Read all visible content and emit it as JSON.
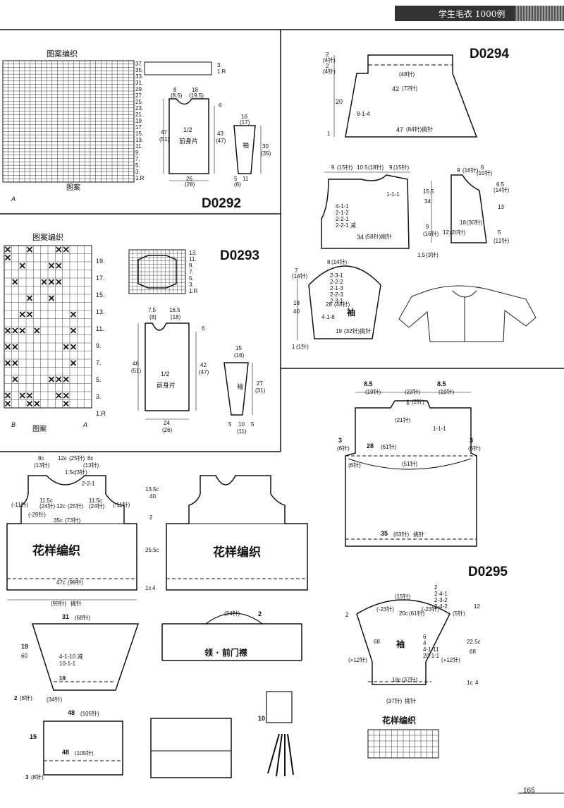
{
  "header": {
    "title": "学生毛衣 1000例",
    "page_number": "165"
  },
  "d0292": {
    "code": "D0292",
    "chart_title": "图案编织",
    "chart_caption": "图案",
    "row_numbers": [
      "37.",
      "35.",
      "33.",
      "31.",
      "29.",
      "27.",
      "25.",
      "23.",
      "21.",
      "19.",
      "17.",
      "15.",
      "13.",
      "11.",
      "9.",
      "7.",
      "5.",
      "3.",
      "1.R"
    ],
    "small_rows": [
      "3.",
      "1.R"
    ],
    "marker": "A",
    "front_label": "1/2",
    "front_name": "前身片",
    "sleeve_name": "袖",
    "dims": {
      "top_a": "8",
      "top_a2": "(8.5)",
      "top_b": "18",
      "top_b2": "(19.5)",
      "neck": "6",
      "left_h": "47",
      "left_h2": "(51)",
      "right_h": "43",
      "right_h2": "(47)",
      "bottom": "26",
      "bottom2": "(28)",
      "slv_top": "16",
      "slv_top2": "(17)",
      "slv_h": "30",
      "slv_h2": "(35)",
      "slv_b": "11",
      "slv_b2": "5",
      "slv_b3": "(6)"
    }
  },
  "d0293": {
    "code": "D0293",
    "chart_title": "图案编织",
    "chart_caption": "图案",
    "row_numbers": [
      "19.",
      "17.",
      "15.",
      "13.",
      "11.",
      "9.",
      "7.",
      "5.",
      "3.",
      "1.R"
    ],
    "small_rows": [
      "13.",
      "11.",
      "9.",
      "7.",
      "5.",
      "3.",
      "1.R"
    ],
    "marker_b": "B",
    "marker_a": "A",
    "front_label": "1/2",
    "front_name": "前身片",
    "sleeve_name": "袖",
    "dims": {
      "top_a": "7.5",
      "top_a2": "(8)",
      "top_b": "16.5",
      "top_b2": "(18)",
      "neck": "6",
      "left_h": "46",
      "left_h2": "(51)",
      "right_h": "42",
      "right_h2": "(47)",
      "bottom": "24",
      "bottom2": "(26)",
      "slv_top": "15",
      "slv_top2": "(16)",
      "slv_h": "27",
      "slv_h2": "(31)",
      "slv_b1": "5",
      "slv_b2": "10",
      "slv_b3": "(11)",
      "slv_b4": "5"
    }
  },
  "d0294": {
    "code": "D0294",
    "sleeve_name": "袖",
    "labels": {
      "s1": "(48针)",
      "s2": "42",
      "s2b": "(72针)",
      "s3": "20",
      "s4": "8-1-4",
      "s5": "47",
      "s5b": "(84针)挑针",
      "l1": "2",
      "l2": "(4针)",
      "l3": "2",
      "l4": "(4针)",
      "l5": "1",
      "b1": "9",
      "b2": "(15针)",
      "b3": "10.5",
      "b4": "(18针)",
      "b5": "9",
      "b6": "(15针)",
      "b7": "1-1-1",
      "b8": "15.5",
      "b9": "34",
      "b10": "9",
      "b11": "(16针)",
      "b12": "34",
      "b13": "(58针)挑针",
      "b14": "1.5",
      "b15": "(3针)",
      "c1": "9",
      "c2": "(16针)",
      "c3": "6",
      "c4": "(10针)",
      "c5": "6.5",
      "c6": "(14针)",
      "c7": "13",
      "c8": "18",
      "c9": "(30针)",
      "c10": "12",
      "c11": "(20针)",
      "c12": "5",
      "c13": "(12针)",
      "r1": "7",
      "r2": "(14针)",
      "r3": "18",
      "r4": "40",
      "r5": "1",
      "r6": "(1针)",
      "r7": "8",
      "r8": "(14针)",
      "r9": "2-3-1",
      "r10": "2-2-2",
      "r11": "2-1-3",
      "r12": "2-2-3",
      "r13": "2-3-1",
      "r14": "28",
      "r15": "(48针)",
      "r16": "4-1-8",
      "r17": "19",
      "r18": "(32针)挑针"
    }
  },
  "d0295": {
    "code": "D0295",
    "sleeve_name": "袖",
    "pattern_name": "花样编织",
    "labels": {
      "a1": "8.5",
      "a2": "(19针)",
      "a3": "(23针)",
      "a4": "8.5",
      "a5": "(19针)",
      "a6": "1",
      "a7": "(2针)",
      "a8": "(21针)",
      "a9": "1-1-1",
      "a10": "3",
      "a11": "(6针)",
      "a12": "28",
      "a13": "(61针)",
      "a14": "3",
      "a15": "(6针)",
      "a16": "(6针)",
      "a17": "(51针)",
      "a18": "35",
      "a19": "(63针)",
      "a20": "挑针",
      "s1": "(15针)",
      "s2": "(-23针)",
      "s3": "20c",
      "s4": "(61针)",
      "s5": "(-23针)",
      "s6": "(5针)",
      "s7": "2",
      "s8": "2-4-1",
      "s9": "2-3-2",
      "s10": "2-4-2",
      "s11": "6",
      "s12": "4",
      "s13": "4-1-11",
      "s14": "20-1-1",
      "s15": "(+12针)",
      "s16": "(+12针)",
      "s17": "18c",
      "s18": "(37针)",
      "s19": "(37针)",
      "s20": "挑针",
      "s21": "22.5c",
      "s22": "12",
      "s23": "2",
      "s24": "68",
      "s25": "1c",
      "s26": "4"
    }
  },
  "bottom_left": {
    "pattern_name_a": "花样编织",
    "pattern_name_b": "花样编织",
    "collar_name": "领 · 前门襟",
    "labels": {
      "a1": "8c",
      "a2": "(13针)",
      "a3": "12c",
      "a4": "(25针)",
      "a5": "8c",
      "a6": "(13针)",
      "a7": "1.5c",
      "a8": "(3针)",
      "a9": "2-2-1",
      "a10": "(-11针)",
      "a11": "11.5c",
      "a12": "(24针)",
      "a13": "12c",
      "a14": "(25针)",
      "a15": "11.5c",
      "a16": "(24针)",
      "a17": "(-11针)",
      "a18": "(-29针)",
      "a19": "35c",
      "a20": "(73针)",
      "a21": "47c",
      "a22": "(99针)",
      "a23": "(99针)",
      "a24": "挑针",
      "b1": "13.5c",
      "b2": "40",
      "b3": "2",
      "b4": "25.5c",
      "b5": "1c",
      "b6": "4",
      "c1": "31",
      "c2": "(68针)",
      "c3": "19",
      "c4": "60",
      "c5": "4-1-10",
      "c6": "10-1-1",
      "c7": "19",
      "c8": "2",
      "c9": "(8针)",
      "c10": "(34针)",
      "d1": "48",
      "d2": "(105针)",
      "d3": "15",
      "d4": "48",
      "d5": "(105针)",
      "d6": "3",
      "d7": "(8针)",
      "e1": "(24针)",
      "e2": "2",
      "e3": "10"
    }
  }
}
